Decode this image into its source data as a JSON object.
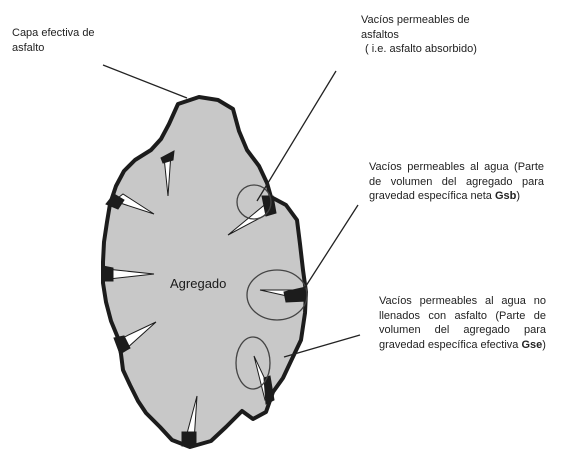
{
  "labels": {
    "capa": [
      "Capa efectiva de",
      "asfalto"
    ],
    "vacios_asfalto": [
      "Vacíos permeables de",
      "asfaltos",
      "( i.e. asfalto absorbido)"
    ],
    "vacios_agua": {
      "line1": "Vacíos permeables al agua (Parte",
      "line2": "de volumen del agregado para",
      "line3_text": "gravedad específica neta ",
      "line3_bold": "Gsb",
      "line3_tail": ")"
    },
    "vacios_no_llenados": {
      "line1": "Vacíos permeables al agua no",
      "line2": "llenados con asfalto (Parte de",
      "line3": "volumen del agregado para",
      "line4_text": "gravedad específica efectiva ",
      "line4_bold": "Gse",
      "line4_tail": ")"
    },
    "agregado": "Agregado"
  },
  "colors": {
    "aggregate_fill": "#c8c8c8",
    "asphalt_coat": "#1c1c1c",
    "pore_fill": "#ffffff",
    "leader_line": "#222222"
  }
}
